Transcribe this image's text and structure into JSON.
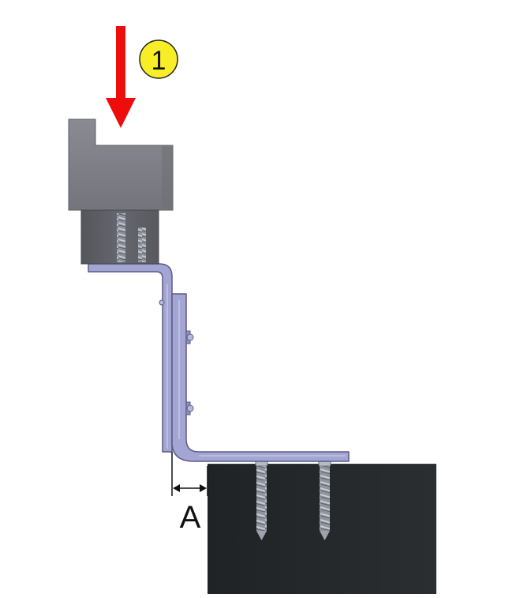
{
  "diagram": {
    "step_badge": {
      "label": "1",
      "fill": "#f7ee27",
      "stroke": "#222222"
    },
    "force_arrow": {
      "color": "#ee0d0d",
      "direction": "down"
    },
    "dimension": {
      "label": "A"
    },
    "colors": {
      "clamp_block": "#808188",
      "clamp_block_shadow": "#6a6b72",
      "clamp_insert": "#5f5f66",
      "bracket": "#a3a6d2",
      "bracket_edge": "#5a5c86",
      "base_block": "#25282b",
      "screw": "#9ea3ae"
    }
  }
}
